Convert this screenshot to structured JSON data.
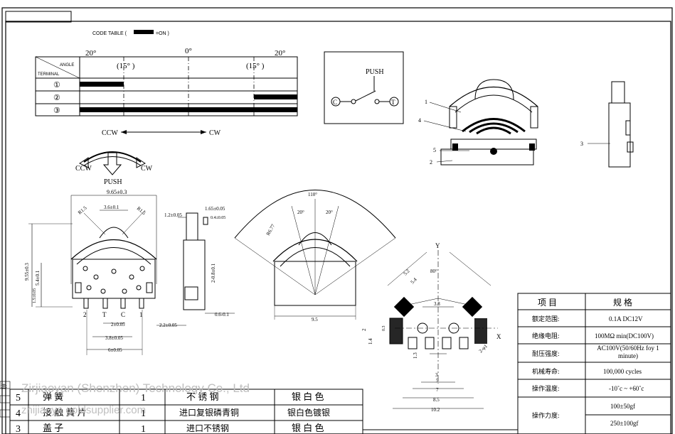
{
  "code_table": {
    "title": "CODE TABLE (",
    "legend_on": "=ON )",
    "header_angle": "ANGLE",
    "header_terminal": "TERMINAL",
    "angles": [
      "20°",
      "0°",
      "20°"
    ],
    "sub_angles": [
      "(15° )",
      "(15° )"
    ],
    "rows": [
      "①",
      "②",
      "③"
    ],
    "ccw": "CCW",
    "cw": "CW"
  },
  "push_schematic": {
    "push": "PUSH",
    "left": "C",
    "right": "T"
  },
  "knob_diagram": {
    "ccw": "CCW",
    "cw": "CW",
    "push": "PUSH"
  },
  "callouts": [
    "1",
    "4",
    "5",
    "2",
    "3"
  ],
  "dimensions": {
    "width_top": "9.65±0.3",
    "top_36": "3.6±0.1",
    "r15a": "R1.5",
    "r15b": "R1.5",
    "h955": "9.55±0.3",
    "h54": "5.4±0.1",
    "h15": "1.5±0.05",
    "pins": [
      "2",
      "T",
      "C",
      "1"
    ],
    "d2": "2±0.05",
    "d38": "3.8±0.05",
    "d6": "6±0.05",
    "s12": "1.2±0.05",
    "s165": "1.65±0.05",
    "s04": "0.4±0.05",
    "s208": "2-0.8±0.1",
    "s06": "0.6-0.1",
    "s22": "2.2±0.05",
    "a110": "110°",
    "a20l": "20°",
    "a20r": "20°",
    "r677": "R6.77",
    "w95": "9.5",
    "fp_y": "Y",
    "fp_52": "5.2",
    "fp_54": "5.4",
    "fp_80": "80°",
    "fp_38": "3.8",
    "fp_x": "X",
    "fp_2": "2",
    "fp_03": "0.3",
    "fp_14": "1.4",
    "fp_13": "1.3",
    "fp_3": "3",
    "fp_5": "5",
    "fp_7": "7",
    "fp_85": "8.5",
    "fp_102": "10.2",
    "fp_d": "2-φ1"
  },
  "spec_table": {
    "header": [
      "项 目",
      "规 格"
    ],
    "rows": [
      [
        "额定范围:",
        "0.1A DC12V"
      ],
      [
        "绝缘电阻:",
        "100MΩ min(DC100V)"
      ],
      [
        "耐压强度:",
        "AC100V(50/60Hz foy 1 minute)"
      ],
      [
        "机械寿命:",
        "100,000 cycles"
      ],
      [
        "操作温度:",
        "-10˚c ~ +60˚c"
      ],
      [
        "操作力度:",
        "100±50gf"
      ]
    ],
    "extra": "250±100gf"
  },
  "parts_table": {
    "rows": [
      [
        "5",
        "弹 簧",
        "1",
        "不 锈 钢",
        "银 白 色"
      ],
      [
        "4",
        "接 触 簧 片",
        "1",
        "进口复银磷青铜",
        "银白色镀银"
      ],
      [
        "3",
        "盖 子",
        "1",
        "进口不锈钢",
        "银 白 色"
      ]
    ],
    "mark": "注:"
  },
  "watermark": {
    "line1": "Zirjiaoyan (Shenzhen) Technology Co., Ltd",
    "line2": "zhijiaoya goldsupplier.com"
  }
}
